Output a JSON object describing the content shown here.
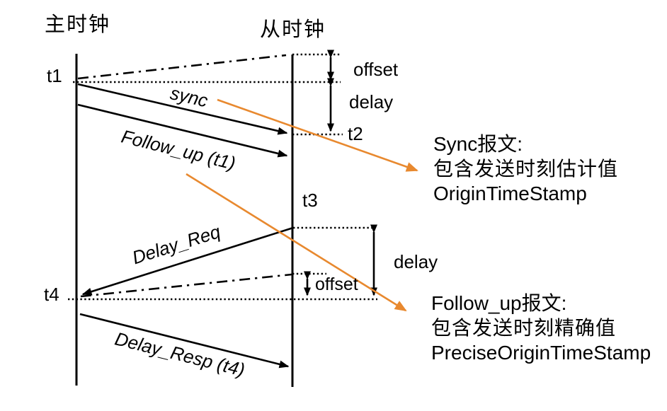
{
  "colors": {
    "diagram_line": "#000000",
    "annotation_arrow": "#E8892F"
  },
  "clocks": {
    "master": "主时钟",
    "slave": "从时钟"
  },
  "timestamps": {
    "t1": "t1",
    "t2": "t2",
    "t3": "t3",
    "t4": "t4"
  },
  "intervals": {
    "offset_top": "offset",
    "delay_top": "delay",
    "delay_bottom": "delay",
    "offset_bottom": "offset"
  },
  "messages": {
    "sync": "sync",
    "follow_up": "Follow_up (t1)",
    "delay_req": "Delay_Req",
    "delay_resp": "Delay_Resp (t4)"
  },
  "notes": {
    "sync": {
      "title": "Sync报文:",
      "desc": "包含发送时刻估计值",
      "field": "OriginTimeStamp"
    },
    "follow_up": {
      "title": "Follow_up报文:",
      "desc": "包含发送时刻精确值",
      "field": "PreciseOriginTimeStamp"
    }
  }
}
